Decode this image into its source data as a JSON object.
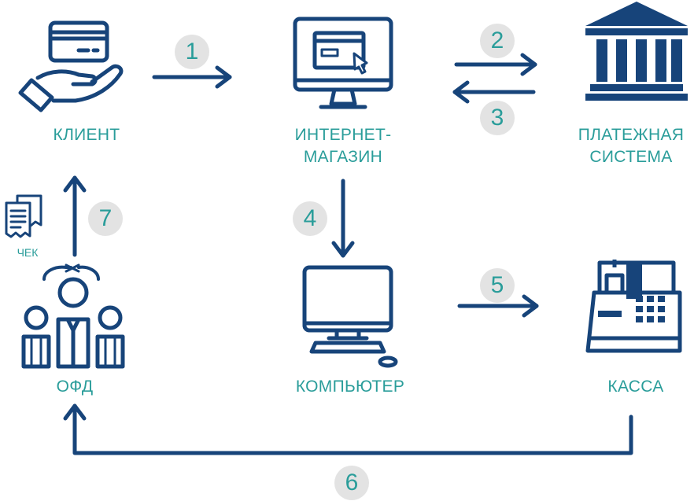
{
  "colors": {
    "icon": "#17447a",
    "text": "#2a9d9a",
    "badge_bg": "#e3e3e3"
  },
  "nodes": {
    "client": "КЛИЕНТ",
    "shop_line1": "ИНТЕРНЕТ-",
    "shop_line2": "МАГАЗИН",
    "payment_line1": "ПЛАТЕЖНАЯ",
    "payment_line2": "СИСТЕМА",
    "ofd": "ОФД",
    "computer": "КОМПЬЮТЕР",
    "cashbox": "КАССА"
  },
  "receipt_label": "ЧЕК",
  "steps": [
    "1",
    "2",
    "3",
    "4",
    "5",
    "6",
    "7"
  ],
  "icons": [
    "card-in-hand-icon",
    "monitor-web-icon",
    "bank-icon",
    "team-icon",
    "computer-icon",
    "cash-register-icon",
    "receipt-icon"
  ]
}
